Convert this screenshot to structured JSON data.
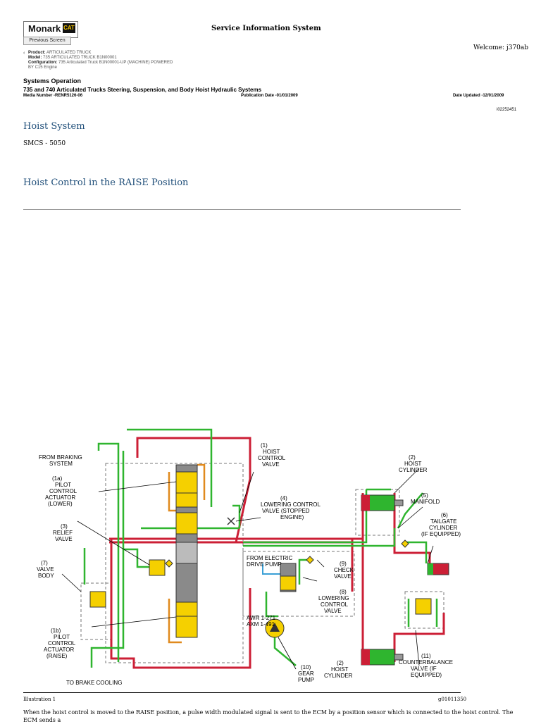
{
  "header": {
    "brand": "Monark",
    "brand_badge": "CAT",
    "previous_screen": "Previous Screen",
    "title": "Service Information System",
    "welcome": "Welcome: j370ab",
    "product_label": "Product:",
    "product_value": "ARTICULATED TRUCK",
    "model_label": "Model:",
    "model_value": "735 ARTICULATED TRUCK B1N00001",
    "config_label": "Configuration:",
    "config_value": "735 Articulated Truck B1N00001-UP (MACHINE) POWERED",
    "config_value2": "BY C15 Engine"
  },
  "document": {
    "section": "Systems Operation",
    "subtitle": "735 and 740 Articulated Trucks Steering, Suspension, and Body Hoist Hydraulic Systems",
    "media_number": "Media Number -RENR5126-06",
    "publication_date": "Publication Date -01/01/2009",
    "date_updated": "Date Updated -12/01/2009",
    "doc_id": "i02252451",
    "heading": "Hoist System",
    "smcs": "SMCS - 5050",
    "subheading": "Hoist Control in the RAISE Position",
    "illustration_label": "Illustration 1",
    "graphic_id": "g01011350",
    "paragraph": "When the hoist control is moved to the RAISE position, a pulse width modulated signal is sent to the ECM by a position sensor which is connected to the hoist control. The ECM sends a"
  },
  "diagram": {
    "labels": {
      "from_braking": [
        "FROM BRAKING",
        "SYSTEM"
      ],
      "l1a": [
        "(1a)",
        "PILOT",
        "CONTROL",
        "ACTUATOR",
        "(LOWER)"
      ],
      "l3": [
        "(3)",
        "RELIEF",
        "VALVE"
      ],
      "l7": [
        "(7)",
        "VALVE",
        "BODY"
      ],
      "l1b": [
        "(1b)",
        "PILOT",
        "CONTROL",
        "ACTUATOR",
        "(RAISE)"
      ],
      "brake_cooling": "TO BRAKE COOLING",
      "l1": [
        "(1)",
        "HOIST",
        "CONTROL",
        "VALVE"
      ],
      "l4": [
        "(4)",
        "LOWERING CONTROL",
        "VALVE (STOPPED",
        "ENGINE)"
      ],
      "from_electric": [
        "FROM ELECTRIC",
        "DRIVE PUMP"
      ],
      "l9": [
        "(9)",
        "CHECK",
        "VALVE"
      ],
      "l8": [
        "(8)",
        "LOWERING",
        "CONTROL",
        "VALVE"
      ],
      "awr": [
        "AWR 1-271",
        "AXM 1-491"
      ],
      "l10": [
        "(10)",
        "GEAR",
        "PUMP"
      ],
      "l2_top": [
        "(2)",
        "HOIST",
        "CYLINDER"
      ],
      "l5": [
        "(5)",
        "MANIFOLD"
      ],
      "l6": [
        "(6)",
        "TAILGATE",
        "CYLINDER",
        "(IF EQUIPPED)"
      ],
      "l2_bottom": [
        "(2)",
        "HOIST",
        "CYLINDER"
      ],
      "l11": [
        "(11)",
        "COUNTERBALANCE",
        "VALVE (IF",
        "EQUIPPED)"
      ]
    },
    "colors": {
      "green": "#2fb52f",
      "red": "#cc1f36",
      "orange": "#e08a1e",
      "yellow": "#f5d000",
      "blue": "#3a9fd6",
      "grey": "#8a8a8a"
    }
  }
}
